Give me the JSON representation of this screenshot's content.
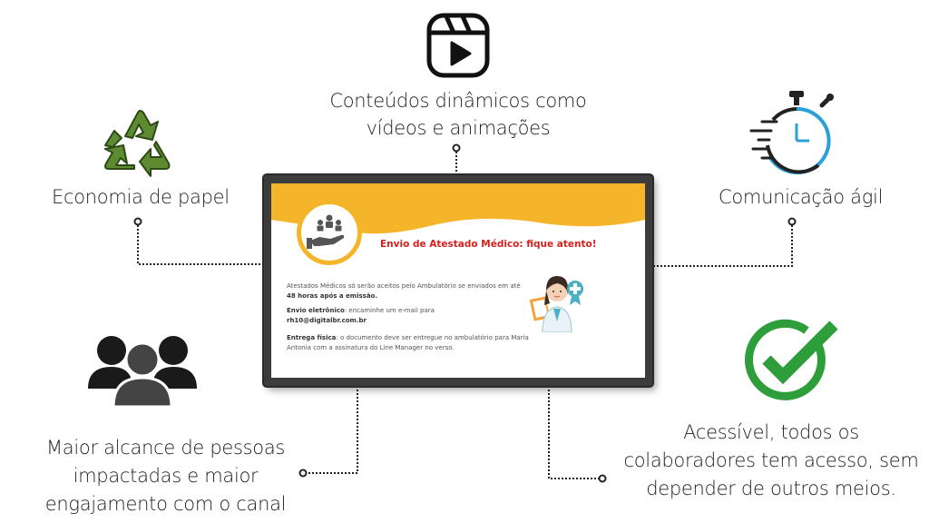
{
  "features": {
    "dynamic_content": "Conteúdos dinâmicos como vídeos e animações",
    "dynamic_line1": "Conteúdos dinâmicos como",
    "dynamic_line2": "vídeos e animações",
    "paper": "Economia de papel",
    "agile": "Comunicação ágil",
    "reach_line1": "Maior alcance de pessoas",
    "reach_line2": "impactadas e maior",
    "reach_line3": "engajamento com o canal",
    "access_line1": "Acessível, todos os",
    "access_line2": "colaboradores tem acesso, sem",
    "access_line3": "depender de outros meios."
  },
  "screen": {
    "title": "Envio de Atestado Médico: fique atento!",
    "p1_text": "Atestados Médicos só serão aceitos pelo Ambulatório se enviados em até ",
    "p1_bold": "48 horas após a emissão.",
    "p2_label": "Envio eletrônico",
    "p2_text": ": encaminhe um e-mail para",
    "p2_email": "rh10@digitalbr.com.br",
    "p3_label": "Entrega física",
    "p3_text": ": o documento deve ser entregue no ambulatório para Maria Antonia com a assinatura do Line Manager no verso."
  },
  "colors": {
    "accent_yellow": "#f5b52b",
    "title_red": "#d6211f",
    "recycle_green": "#5e8a32",
    "check_green": "#2e9e3a",
    "stopwatch_blue": "#2a9fd8",
    "tv_frame": "#3c3c3c"
  },
  "icons": [
    "reels-play-icon",
    "recycle-icon",
    "stopwatch-icon",
    "people-group-icon",
    "check-circle-icon"
  ]
}
